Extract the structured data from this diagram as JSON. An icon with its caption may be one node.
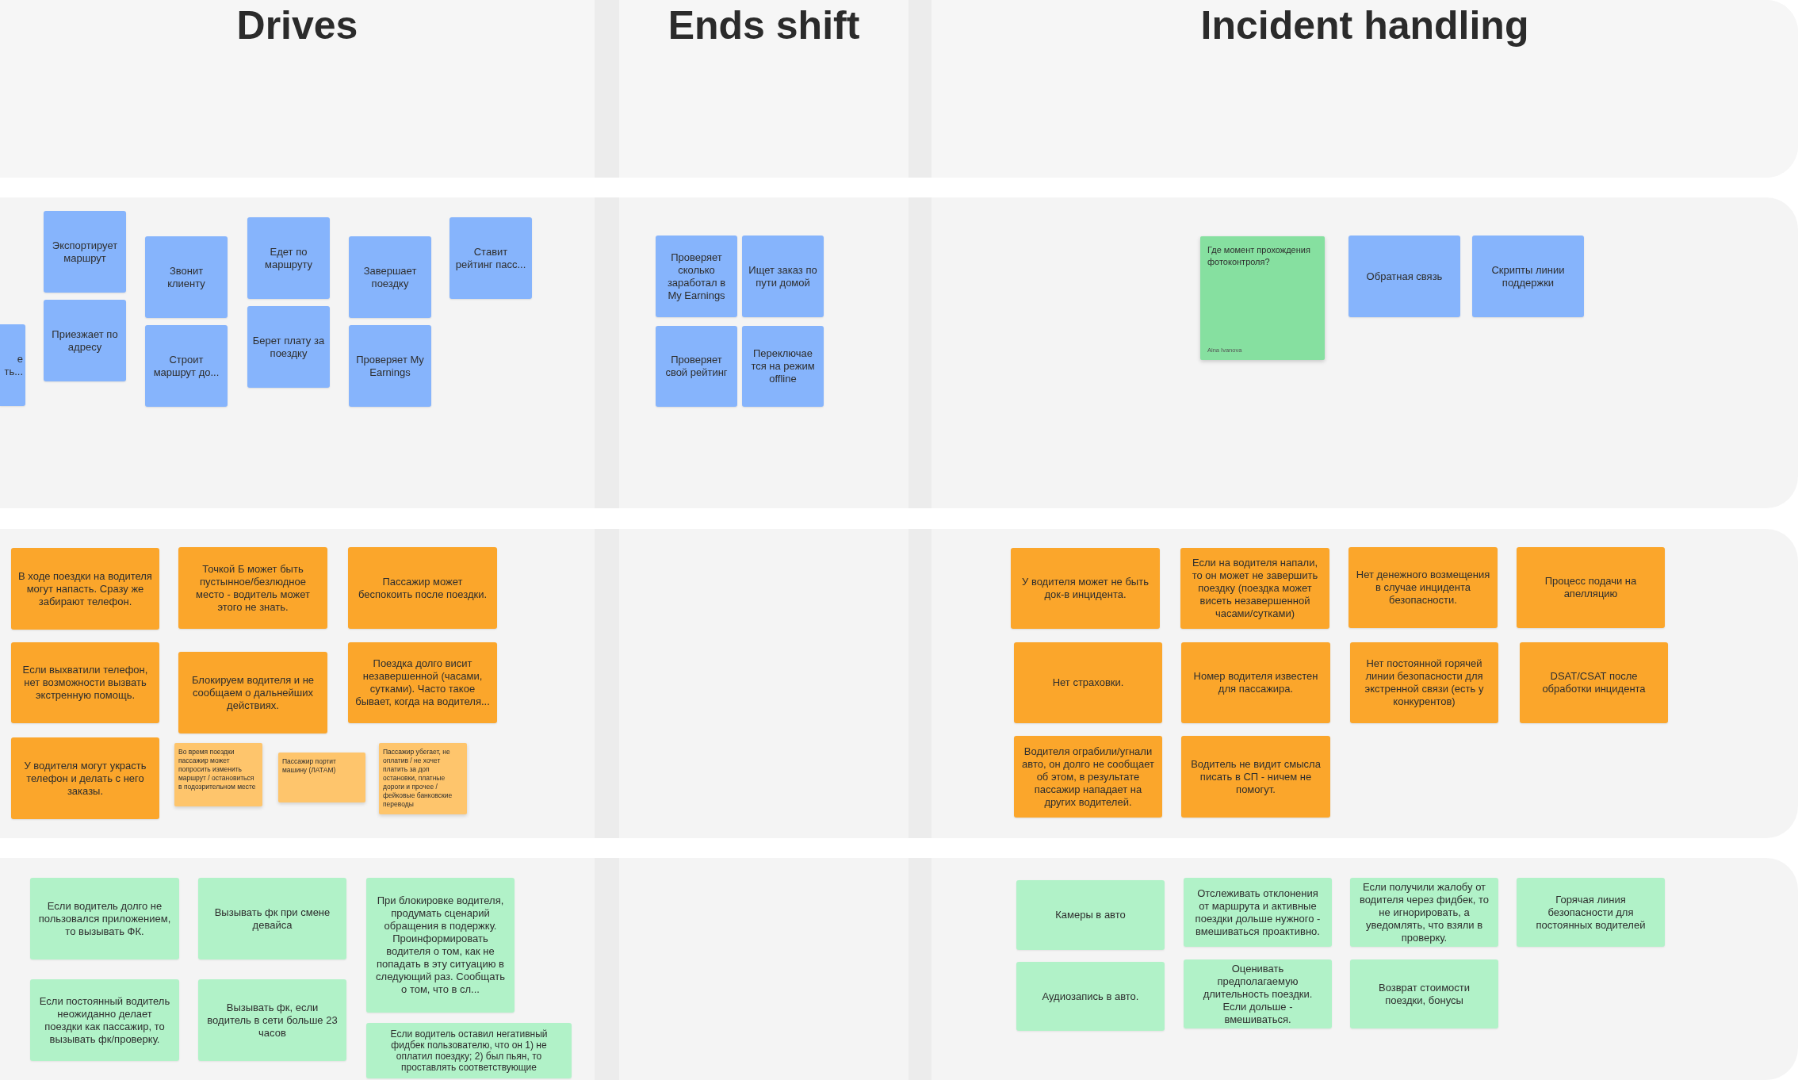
{
  "diagram": {
    "nodes": [
      {
        "text": [
          "Drives"
        ]
      },
      {
        "text": [
          "Ends shift"
        ]
      },
      {
        "text": [
          "Incident handling"
        ]
      },
      {
        "text": [
          "е ть..."
        ]
      },
      {
        "text": [
          "Экспортирует маршрут"
        ]
      },
      {
        "text": [
          "Приезжает по адресу"
        ]
      },
      {
        "text": [
          "Звонит клиенту"
        ]
      },
      {
        "text": [
          "Строит маршрут до..."
        ]
      },
      {
        "text": [
          "Едет по маршруту"
        ]
      },
      {
        "text": [
          "Берет плату за поездку"
        ]
      },
      {
        "text": [
          "Завершает поездку"
        ]
      },
      {
        "text": [
          "Проверяет My Earnings"
        ]
      },
      {
        "text": [
          "Ставит рейтинг пасс..."
        ]
      },
      {
        "text": [
          "Проверяет сколько заработал в My Earnings"
        ]
      },
      {
        "text": [
          "Проверяет свой рейтинг"
        ]
      },
      {
        "text": [
          "Ищет заказ по пути домой"
        ]
      },
      {
        "text": [
          "Переключае тся на режим offline"
        ]
      },
      {
        "text": [
          "Где момент прохождения фотоконтроля?",
          "Aina Ivanova"
        ]
      },
      {
        "text": [
          "Обратная связь"
        ]
      },
      {
        "text": [
          "Скрипты линии поддержки"
        ]
      },
      {
        "text": [
          "В ходе поездки на водителя могут напасть. Сразу же забирают телефон."
        ]
      },
      {
        "text": [
          "Если выхватили телефон, нет возможности вызвать экстренную помощь."
        ]
      },
      {
        "text": [
          "У водителя могут украсть телефон и делать с него заказы."
        ]
      },
      {
        "text": [
          "Точкой Б может быть пустынное/безлюдное место - водитель может этого не знать."
        ]
      },
      {
        "text": [
          "Блокируем водителя и не сообщаем о дальнейших действиях."
        ]
      },
      {
        "text": [
          "Во время поездки пассажир может попросить изменить маршрут / остановиться в подозрительном месте"
        ]
      },
      {
        "text": [
          "Пассажир портит машину (ЛАТАМ)"
        ]
      },
      {
        "text": [
          "Пассажир может беспокоить после поездки."
        ]
      },
      {
        "text": [
          "Поездка долго висит незавершенной (часами, сутками). Часто такое бывает, когда на водителя..."
        ]
      },
      {
        "text": [
          "Пассажир убегает, не оплатив / не хочет платить за доп остановки, платные дороги и прочее / фейковые банковские переводы"
        ]
      },
      {
        "text": [
          "У водителя может не быть док-в инцидента."
        ]
      },
      {
        "text": [
          "Нет страховки."
        ]
      },
      {
        "text": [
          "Водителя ограбили/угнали авто, он долго не сообщает об этом, в результате пассажир нападает на других водителей."
        ]
      },
      {
        "text": [
          "Если на водителя напали, то он может не завершить поездку (поездка может висеть незавершенной часами/сутками)"
        ]
      },
      {
        "text": [
          "Номер водителя известен для пассажира."
        ]
      },
      {
        "text": [
          "Водитель не видит смысла писать в СП - ничем не помогут."
        ]
      },
      {
        "text": [
          "Нет денежного возмещения в случае инцидента безопасности."
        ]
      },
      {
        "text": [
          "Нет постоянной горячей линии безопасности для экстренной связи (есть у конкурентов)"
        ]
      },
      {
        "text": [
          "Процесс подачи на апелляцию"
        ]
      },
      {
        "text": [
          "DSAT/CSAT после обработки инцидента"
        ]
      },
      {
        "text": [
          "Если водитель долго не пользовался приложением, то вызывать ФК."
        ]
      },
      {
        "text": [
          "Если постоянный водитель неожиданно делает поездки как пассажир, то вызывать фк/проверку."
        ]
      },
      {
        "text": [
          "Вызывать фк при смене девайса"
        ]
      },
      {
        "text": [
          "Вызывать фк, если водитель в сети больше 23 часов"
        ]
      },
      {
        "text": [
          "При блокировке водителя, продумать сценарий обращения в подержку. Проинформировать водителя о том, как не попадать в эту ситуацию в следующий раз. Сообщать о том, что в сл..."
        ]
      },
      {
        "text": [
          "Если водитель оставил негативный фидбек пользователю, что он 1) не оплатил поездку; 2) был пьян, то проставлять соответствующие"
        ]
      },
      {
        "text": [
          "Камеры в авто"
        ]
      },
      {
        "text": [
          "Аудиозапись в авто."
        ]
      },
      {
        "text": [
          "Отслеживать отклонения от маршрута и активные поездки дольше нужного - вмешиваться проактивно."
        ]
      },
      {
        "text": [
          "Оценивать предполагаемую длительность поездки. Если дольше - вмешиваться."
        ]
      },
      {
        "text": [
          "Если получили жалобу от водителя через фидбек, то не игнорировать, а уведомлять, что взяли в проверку."
        ]
      },
      {
        "text": [
          "Возврат стоимости поездки, бонусы"
        ]
      },
      {
        "text": [
          "Горячая линия безопасности для постоянных водителей"
        ]
      }
    ]
  }
}
